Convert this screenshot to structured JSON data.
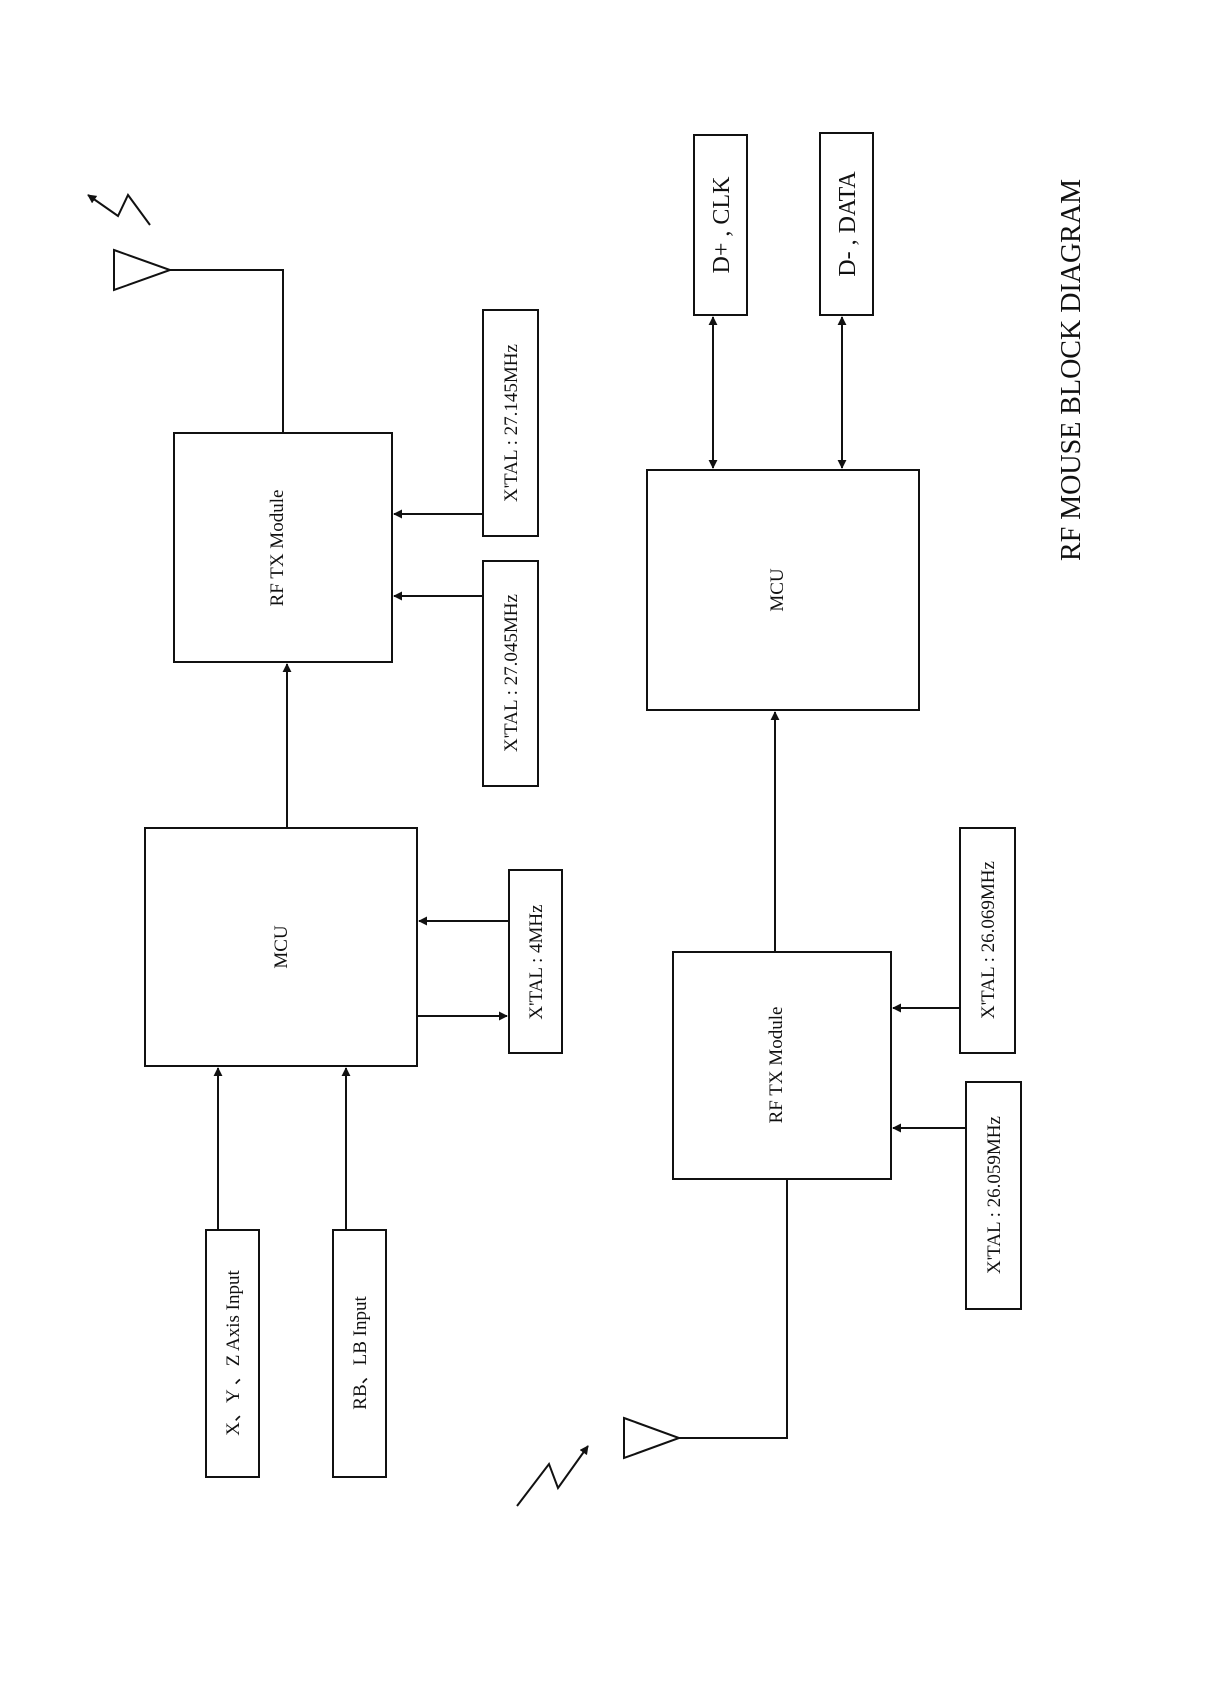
{
  "diagram": {
    "title": "RF MOUSE BLOCK DIAGRAM",
    "transmitter": {
      "inputs": {
        "xyz": "X、Y 、Z Axis Input",
        "buttons": "RB、LB Input"
      },
      "mcu": "MCU",
      "mcu_crystal": "X'TAL : 4MHz",
      "rf_module": "RF TX Module",
      "rf_crystal_a": "X'TAL : 27.045MHz",
      "rf_crystal_b": "X'TAL : 27.145MHz"
    },
    "receiver": {
      "rf_module": "RF TX Module",
      "rf_crystal_a": "X'TAL : 26.059MHz",
      "rf_crystal_b": "X'TAL : 26.069MHz",
      "mcu": "MCU",
      "out_clk": "D+ , CLK",
      "out_data": "D- , DATA"
    }
  }
}
